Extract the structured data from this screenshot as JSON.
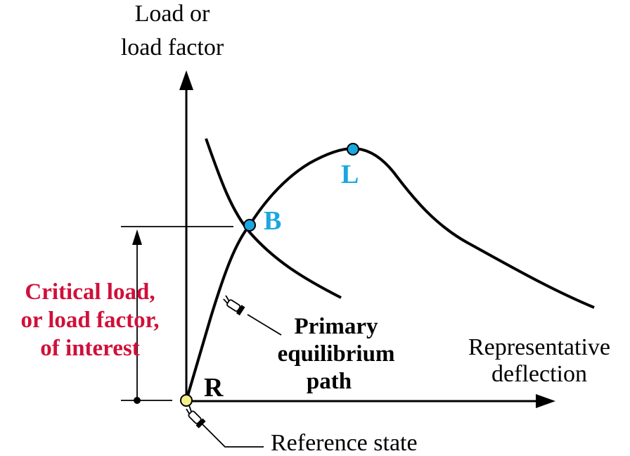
{
  "labels": {
    "y_axis_line1": "Load or",
    "y_axis_line2": "load factor",
    "x_axis_line1": "Representative",
    "x_axis_line2": "deflection",
    "critical_line1": "Critical load,",
    "critical_line2": "or load factor,",
    "critical_line3": "of interest",
    "primary_line1": "Primary",
    "primary_line2": "equilibrium",
    "primary_line3": "path",
    "reference_state": "Reference state"
  },
  "points": {
    "reference": "R",
    "bifurcation": "B",
    "limit": "L"
  },
  "colors": {
    "critical_text": "#d0103a",
    "point_blue": "#1aa7e0",
    "reference_point": "#f5ef8a",
    "ink": "#000000"
  }
}
